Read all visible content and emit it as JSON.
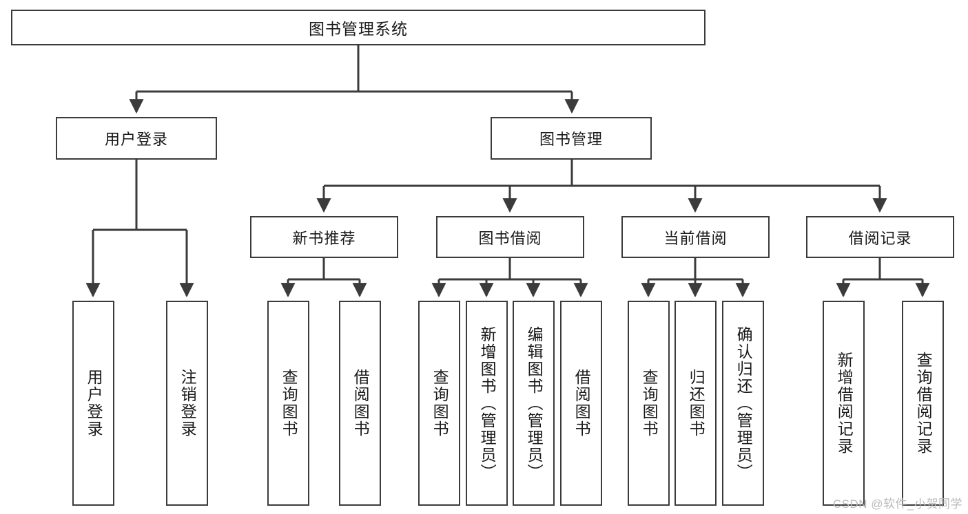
{
  "diagram": {
    "title": "图书管理系统",
    "root": {
      "label": "图书管理系统"
    },
    "level2": [
      {
        "label": "用户登录"
      },
      {
        "label": "图书管理"
      }
    ],
    "level3": [
      {
        "label": "新书推荐"
      },
      {
        "label": "图书借阅"
      },
      {
        "label": "当前借阅"
      },
      {
        "label": "借阅记录"
      }
    ],
    "leaves": {
      "user_login": [
        {
          "label": "用户登录"
        },
        {
          "label": "注销登录"
        }
      ],
      "new_book": [
        {
          "label": "查询图书"
        },
        {
          "label": "借阅图书"
        }
      ],
      "borrow_book": [
        {
          "label": "查询图书"
        },
        {
          "label": "新增图书（管理员）"
        },
        {
          "label": "编辑图书（管理员）"
        },
        {
          "label": "借阅图书"
        }
      ],
      "current_borrow": [
        {
          "label": "查询图书"
        },
        {
          "label": "归还图书"
        },
        {
          "label": "确认归还（管理员）"
        }
      ],
      "borrow_record": [
        {
          "label": "新增借阅记录"
        },
        {
          "label": "查询借阅记录"
        }
      ]
    },
    "watermark": "CSDN @软件_小贺同学",
    "colors": {
      "stroke": "#3b3b3b",
      "background": "#ffffff",
      "text": "#1a1a1a",
      "watermark": "#b9b9b9"
    }
  }
}
